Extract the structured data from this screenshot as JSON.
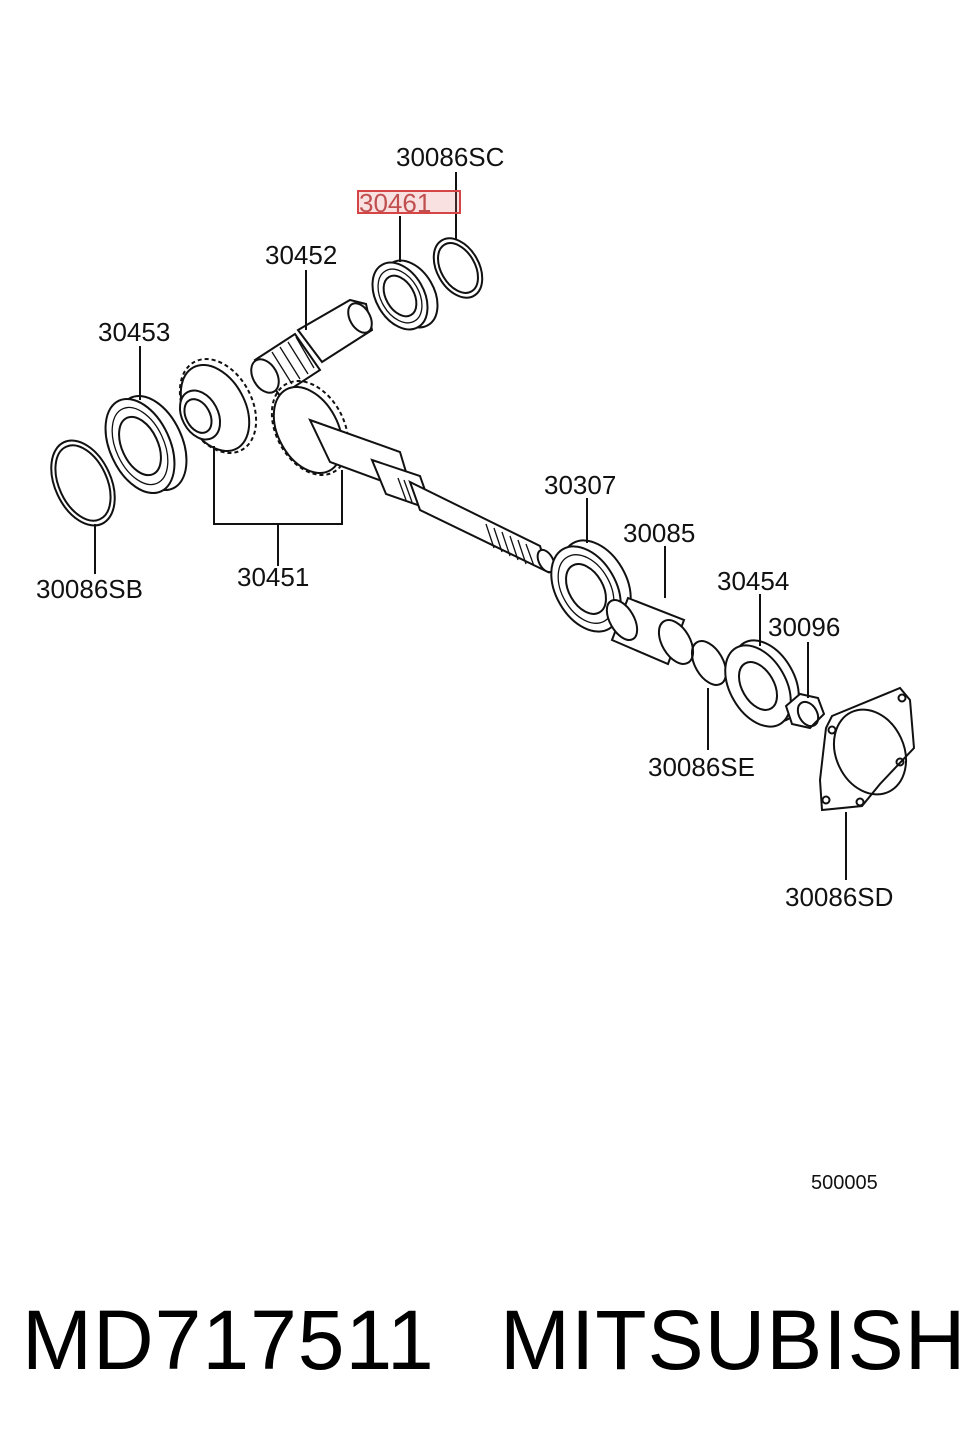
{
  "diagram": {
    "callouts": {
      "c_30086sc": "30086SC",
      "c_30461": "30461",
      "c_30452": "30452",
      "c_30453": "30453",
      "c_30086sb": "30086SB",
      "c_30451": "30451",
      "c_30307": "30307",
      "c_30085": "30085",
      "c_30454": "30454",
      "c_30096": "30096",
      "c_30086se": "30086SE",
      "c_30086sd": "30086SD"
    },
    "highlighted_part": "30461",
    "highlight_color": "#d64545",
    "reference_code": "500005"
  },
  "footer": {
    "part_number": "MD717511",
    "brand": "MITSUBISHI"
  }
}
